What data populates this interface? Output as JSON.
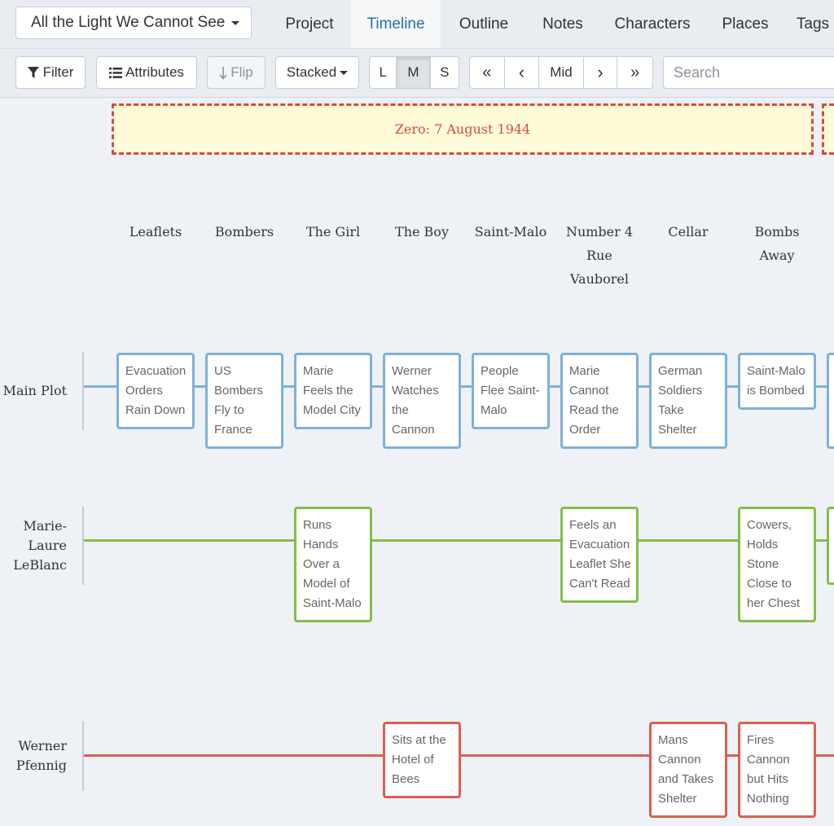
{
  "project": {
    "title": "All the Light We Cannot See"
  },
  "nav": {
    "tabs": [
      {
        "label": "Project"
      },
      {
        "label": "Timeline"
      },
      {
        "label": "Outline"
      },
      {
        "label": "Notes"
      },
      {
        "label": "Characters"
      },
      {
        "label": "Places"
      },
      {
        "label": "Tags"
      }
    ],
    "active": "Timeline"
  },
  "toolbar": {
    "filter_icon": "funnel-icon",
    "filter_label": "Filter",
    "attributes_icon": "list-icon",
    "attributes_label": "Attributes",
    "flip_icon": "down-arrow-icon",
    "flip_label": "Flip",
    "stacked_label": "Stacked",
    "sizes": [
      "L",
      "M",
      "S"
    ],
    "size_selected": "M",
    "nav_first": "«",
    "nav_prev": "‹",
    "nav_mid": "Mid",
    "nav_next": "›",
    "nav_last": "»",
    "search_placeholder": "Search"
  },
  "timeline": {
    "zero_banner": "Zero: 7 August 1944",
    "chapters": [
      "Leaflets",
      "Bombers",
      "The Girl",
      "The Boy",
      "Saint-Malo",
      "Number 4 Rue Vauborel",
      "Cellar",
      "Bombs Away"
    ],
    "lines": [
      {
        "name": "Main Plot",
        "color": "#7fb0d8",
        "cards": [
          {
            "col": 0,
            "text": "Evacuation Orders Rain Down"
          },
          {
            "col": 1,
            "text": "US Bombers Fly to France"
          },
          {
            "col": 2,
            "text": "Marie Feels the Model City"
          },
          {
            "col": 3,
            "text": "Werner Watches the Cannon"
          },
          {
            "col": 4,
            "text": "People Flee Saint-Malo"
          },
          {
            "col": 5,
            "text": "Marie Cannot Read the Order"
          },
          {
            "col": 6,
            "text": "German Soldiers Take Shelter"
          },
          {
            "col": 7,
            "text": "Saint-Malo is Bombed"
          }
        ]
      },
      {
        "name": "Marie-Laure LeBlanc",
        "color": "#82be48",
        "cards": [
          {
            "col": 2,
            "text": "Runs Hands Over a Model of Saint-Malo"
          },
          {
            "col": 5,
            "text": "Feels an Evacuation Leaflet She Can't Read"
          },
          {
            "col": 7,
            "text": "Cowers, Holds Stone Close to her Chest"
          }
        ]
      },
      {
        "name": "Werner Pfennig",
        "color": "#d9604f",
        "cards": [
          {
            "col": 3,
            "text": "Sits at the Hotel of Bees"
          },
          {
            "col": 6,
            "text": "Mans Cannon and Takes Shelter"
          },
          {
            "col": 7,
            "text": "Fires Cannon but Hits Nothing"
          }
        ]
      }
    ]
  }
}
